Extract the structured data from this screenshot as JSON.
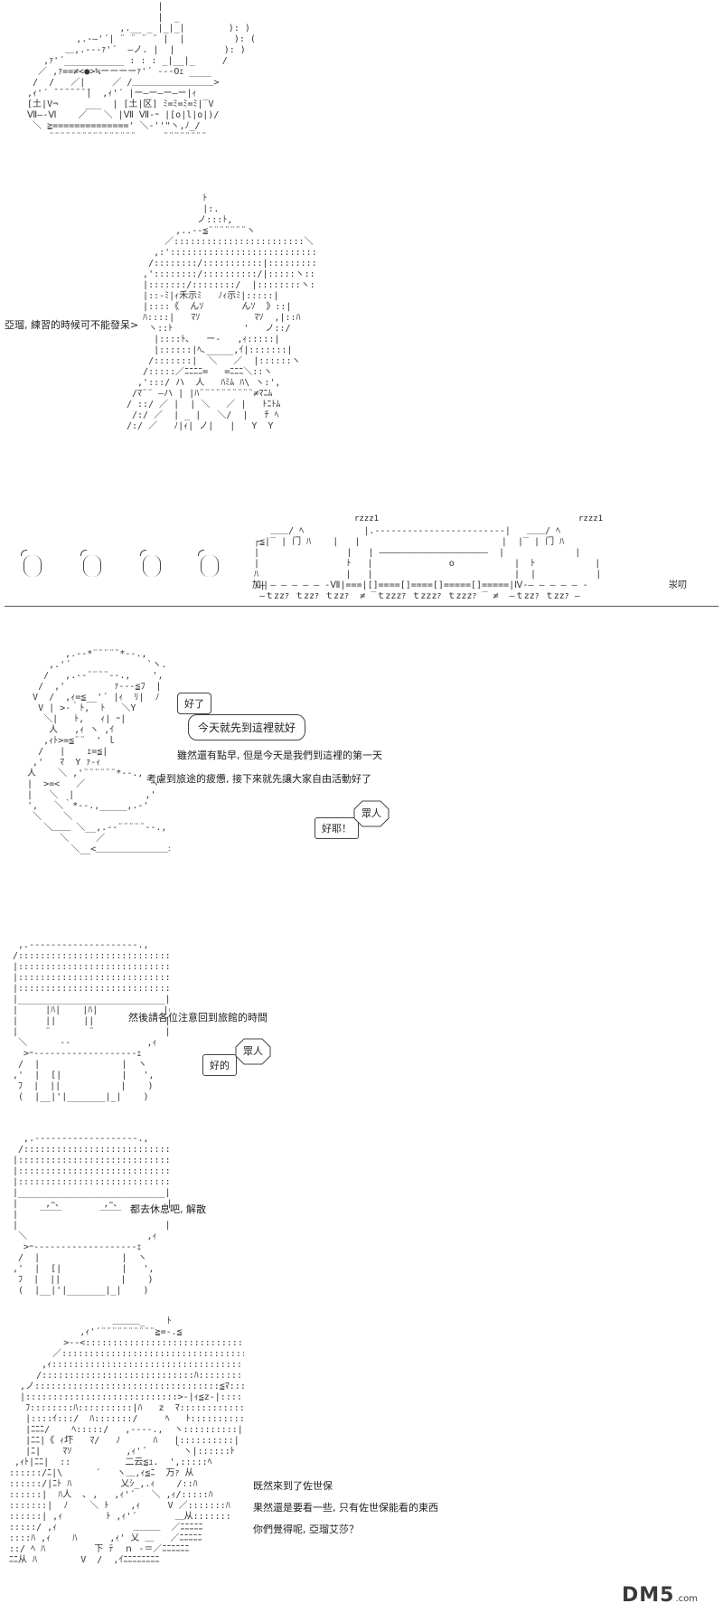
{
  "logo": {
    "main": "DM5",
    "sub": ".com"
  },
  "art": {
    "train_sign": "rzzz1",
    "train_plate_left": "加||",
    "train_plate_right": "汖叨"
  },
  "scene1": {
    "side_line": "亞瑠, 練習的時候可不能發呆>"
  },
  "scene2": {
    "bubble_small": "好了",
    "bubble_main": "今天就先到這裡就好",
    "narration_1": "雖然還有點早, 但是今天是我們到這裡的第一天",
    "narration_2": "考慮到旅途的疲憊, 接下來就先讓大家自由活動好了",
    "reply": "好耶！",
    "speaker_tag": "眾人"
  },
  "scene3": {
    "narration": "然後請各位注意回到旅館的時間",
    "reply": "好的",
    "speaker_tag": "眾人"
  },
  "scene4": {
    "narration": "都去休息吧, 解散"
  },
  "scene5": {
    "line_1": "既然來到了佐世保",
    "line_2": "果然還是要看一些, 只有佐世保能看的東西",
    "line_3": "你們覺得呢, 亞瑠艾莎？"
  }
}
